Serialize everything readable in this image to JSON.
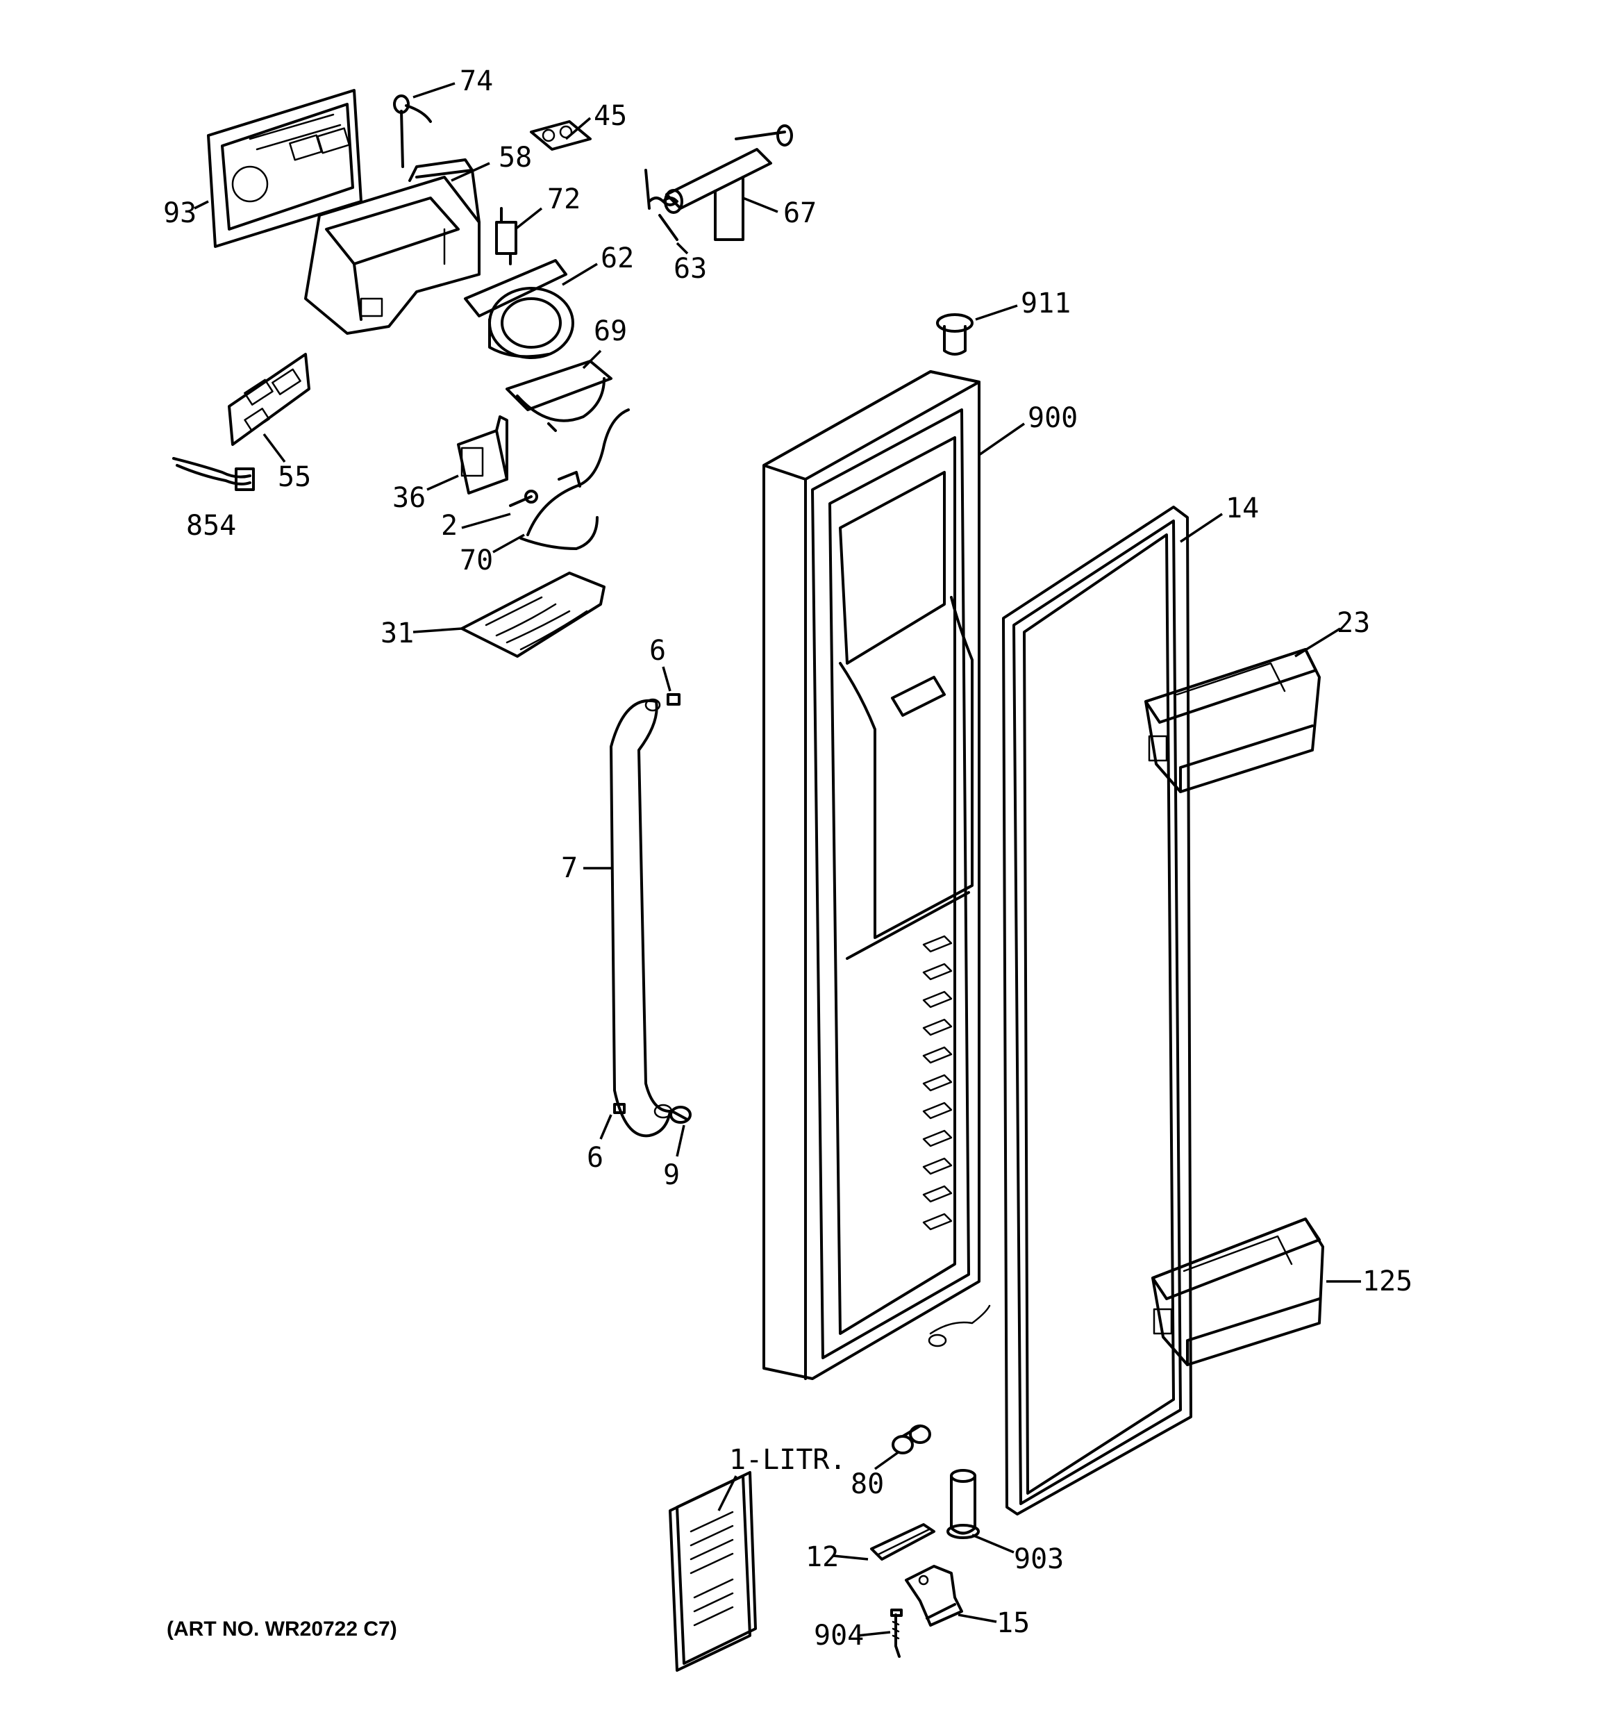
{
  "callouts": [
    {
      "id": "74",
      "label": "74"
    },
    {
      "id": "45",
      "label": "45"
    },
    {
      "id": "58",
      "label": "58"
    },
    {
      "id": "93",
      "label": "93"
    },
    {
      "id": "72",
      "label": "72"
    },
    {
      "id": "67",
      "label": "67"
    },
    {
      "id": "63",
      "label": "63"
    },
    {
      "id": "62",
      "label": "62"
    },
    {
      "id": "911",
      "label": "911"
    },
    {
      "id": "69",
      "label": "69"
    },
    {
      "id": "900",
      "label": "900"
    },
    {
      "id": "55",
      "label": "55"
    },
    {
      "id": "36",
      "label": "36"
    },
    {
      "id": "854",
      "label": "854"
    },
    {
      "id": "2",
      "label": "2"
    },
    {
      "id": "14",
      "label": "14"
    },
    {
      "id": "70",
      "label": "70"
    },
    {
      "id": "31",
      "label": "31"
    },
    {
      "id": "23",
      "label": "23"
    },
    {
      "id": "6a",
      "label": "6"
    },
    {
      "id": "7",
      "label": "7"
    },
    {
      "id": "6b",
      "label": "6"
    },
    {
      "id": "9",
      "label": "9"
    },
    {
      "id": "125",
      "label": "125"
    },
    {
      "id": "1-litr",
      "label": "1-LITR."
    },
    {
      "id": "80",
      "label": "80"
    },
    {
      "id": "12",
      "label": "12"
    },
    {
      "id": "903",
      "label": "903"
    },
    {
      "id": "904",
      "label": "904"
    },
    {
      "id": "15",
      "label": "15"
    }
  ],
  "art_number": "(ART NO. WR20722 C7)"
}
